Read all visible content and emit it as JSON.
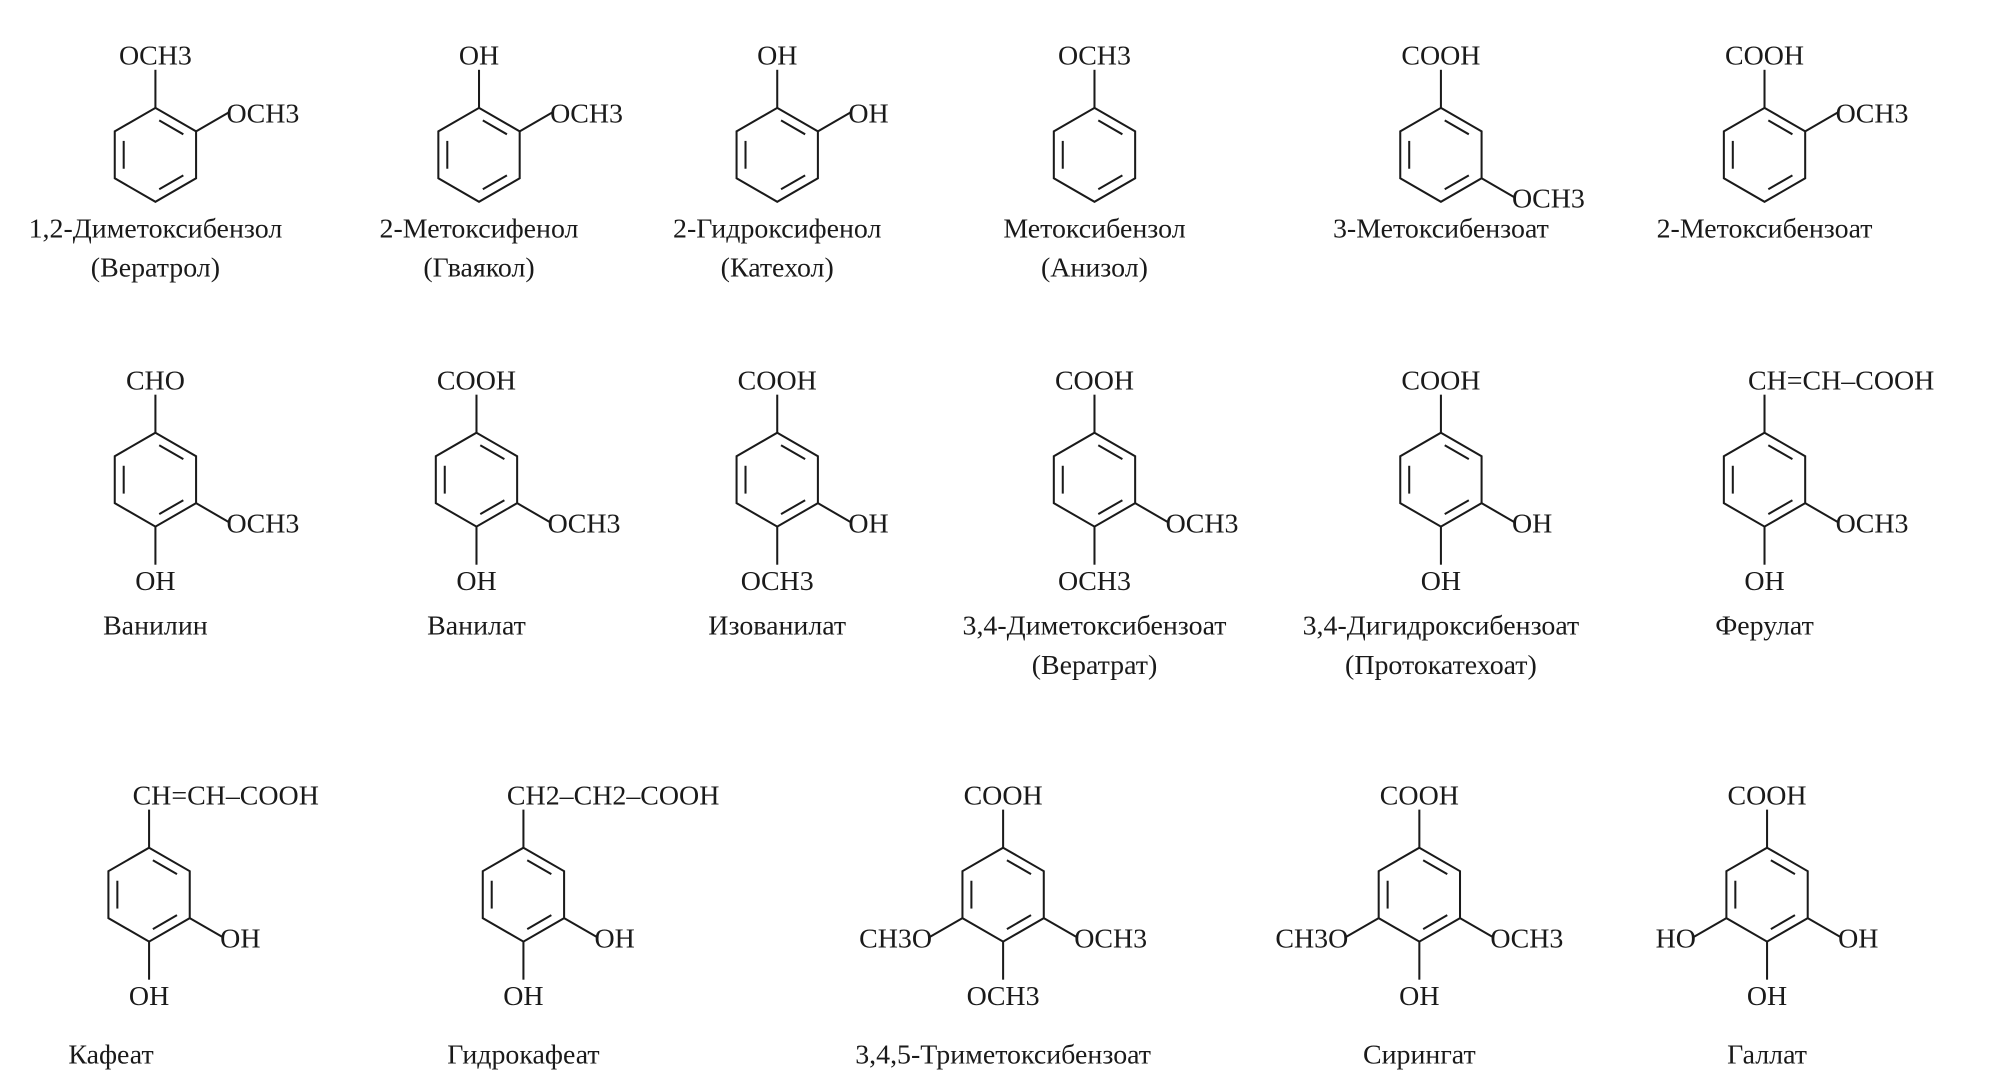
{
  "molecules": [
    {
      "name": [
        "1,2-Диметоксибензол",
        "(Вератрол)"
      ],
      "subs": [
        {
          "pos": 0,
          "label": "OCH3"
        },
        {
          "pos": 1,
          "label": "OCH3"
        }
      ]
    },
    {
      "name": [
        "2-Метоксифенол",
        "(Гваякол)"
      ],
      "subs": [
        {
          "pos": 0,
          "label": "OH"
        },
        {
          "pos": 1,
          "label": "OCH3"
        }
      ]
    },
    {
      "name": [
        "2-Гидроксифенол",
        "(Катехол)"
      ],
      "subs": [
        {
          "pos": 0,
          "label": "OH"
        },
        {
          "pos": 1,
          "label": "OH"
        }
      ]
    },
    {
      "name": [
        "Метоксибензол",
        "(Анизол)"
      ],
      "subs": [
        {
          "pos": 0,
          "label": "OCH3"
        }
      ]
    },
    {
      "name": [
        "3-Метоксибензоат"
      ],
      "subs": [
        {
          "pos": 0,
          "label": "COOH"
        },
        {
          "pos": 2,
          "label": "OCH3"
        }
      ]
    },
    {
      "name": [
        "2-Метоксибензоат"
      ],
      "subs": [
        {
          "pos": 0,
          "label": "COOH"
        },
        {
          "pos": 1,
          "label": "OCH3"
        }
      ]
    },
    {
      "name": [
        "Ванилин"
      ],
      "subs": [
        {
          "pos": 0,
          "label": "CHO"
        },
        {
          "pos": 2,
          "label": "OCH3"
        },
        {
          "pos": 3,
          "label": "OH"
        }
      ]
    },
    {
      "name": [
        "Ванилат"
      ],
      "subs": [
        {
          "pos": 0,
          "label": "COOH"
        },
        {
          "pos": 2,
          "label": "OCH3"
        },
        {
          "pos": 3,
          "label": "OH"
        }
      ]
    },
    {
      "name": [
        "Изованилат"
      ],
      "subs": [
        {
          "pos": 0,
          "label": "COOH"
        },
        {
          "pos": 2,
          "label": "OH"
        },
        {
          "pos": 3,
          "label": "OCH3"
        }
      ]
    },
    {
      "name": [
        "3,4-Диметоксибензоат",
        "(Вератрат)"
      ],
      "subs": [
        {
          "pos": 0,
          "label": "COOH"
        },
        {
          "pos": 2,
          "label": "OCH3"
        },
        {
          "pos": 3,
          "label": "OCH3"
        }
      ]
    },
    {
      "name": [
        "3,4-Дигидроксибензоат",
        "(Протокатехоат)"
      ],
      "subs": [
        {
          "pos": 0,
          "label": "COOH"
        },
        {
          "pos": 2,
          "label": "OH"
        },
        {
          "pos": 3,
          "label": "OH"
        }
      ]
    },
    {
      "name": [
        "Ферулат"
      ],
      "subs": [
        {
          "pos": 0,
          "label": "CH=CH–COOH",
          "chain": true
        },
        {
          "pos": 2,
          "label": "OCH3"
        },
        {
          "pos": 3,
          "label": "OH"
        }
      ]
    },
    {
      "name": [
        "Кафеат"
      ],
      "subs": [
        {
          "pos": 0,
          "label": "CH=CH–COOH",
          "chain": true
        },
        {
          "pos": 2,
          "label": "OH"
        },
        {
          "pos": 3,
          "label": "OH"
        }
      ]
    },
    {
      "name": [
        "Гидрокафеат"
      ],
      "subs": [
        {
          "pos": 0,
          "label": "CH2–CH2–COOH",
          "chain": true
        },
        {
          "pos": 2,
          "label": "OH"
        },
        {
          "pos": 3,
          "label": "OH"
        }
      ]
    },
    {
      "name": [
        "3,4,5-Триметоксибензоат"
      ],
      "subs": [
        {
          "pos": 0,
          "label": "COOH"
        },
        {
          "pos": 2,
          "label": "OCH3"
        },
        {
          "pos": 3,
          "label": "OCH3"
        },
        {
          "pos": 4,
          "label": "CH3O"
        }
      ]
    },
    {
      "name": [
        "Сирингат"
      ],
      "subs": [
        {
          "pos": 0,
          "label": "COOH"
        },
        {
          "pos": 2,
          "label": "OCH3"
        },
        {
          "pos": 3,
          "label": "OH"
        },
        {
          "pos": 4,
          "label": "CH3O"
        }
      ]
    },
    {
      "name": [
        "Галлат"
      ],
      "subs": [
        {
          "pos": 0,
          "label": "COOH"
        },
        {
          "pos": 2,
          "label": "OH"
        },
        {
          "pos": 3,
          "label": "OH"
        },
        {
          "pos": 4,
          "label": "HO"
        }
      ]
    }
  ]
}
